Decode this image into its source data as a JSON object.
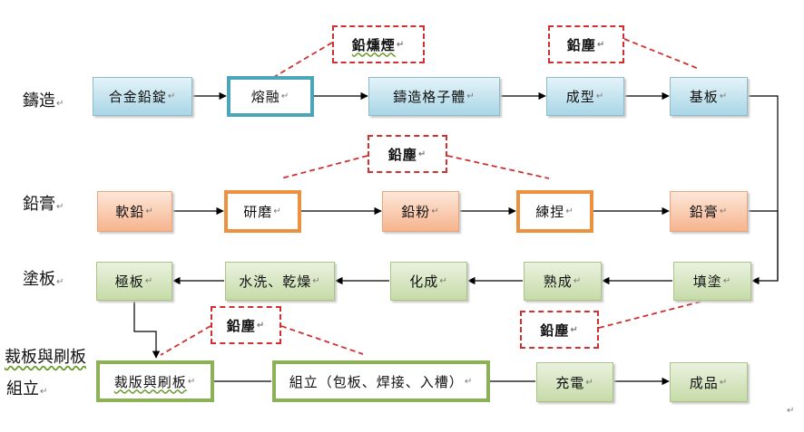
{
  "rows": {
    "casting": "鑄造",
    "paste": "鉛膏",
    "coating": "塗板",
    "cutting_line1": "裁板與刷板",
    "cutting_line2": "組立"
  },
  "steps": {
    "alloy_ingot": "合金鉛錠",
    "melting": "熔融",
    "casting_grid": "鑄造格子體",
    "forming": "成型",
    "substrate": "基板",
    "soft_lead": "軟鉛",
    "grinding": "研磨",
    "lead_powder": "鉛粉",
    "kneading": "練捏",
    "lead_paste": "鉛膏",
    "pasting": "填塗",
    "curing": "熟成",
    "formation": "化成",
    "washing_drying": "水洗、乾燥",
    "electrode_plate": "極板",
    "cutting_brushing": "裁版與刷板",
    "assembly": "組立（包板、焊接、入槽）",
    "charging": "充電",
    "finished": "成品"
  },
  "notes": {
    "fume": "鉛燻煙",
    "dust_forming": "鉛塵",
    "dust_grinding": "鉛塵",
    "dust_curing": "鉛塵",
    "dust_cutting": "鉛塵"
  },
  "paragraph_mark": "↵",
  "colors": {
    "casting": "#4aa6b8",
    "paste": "#ec9140",
    "coating": "#8db156",
    "dust": "#d03030"
  }
}
